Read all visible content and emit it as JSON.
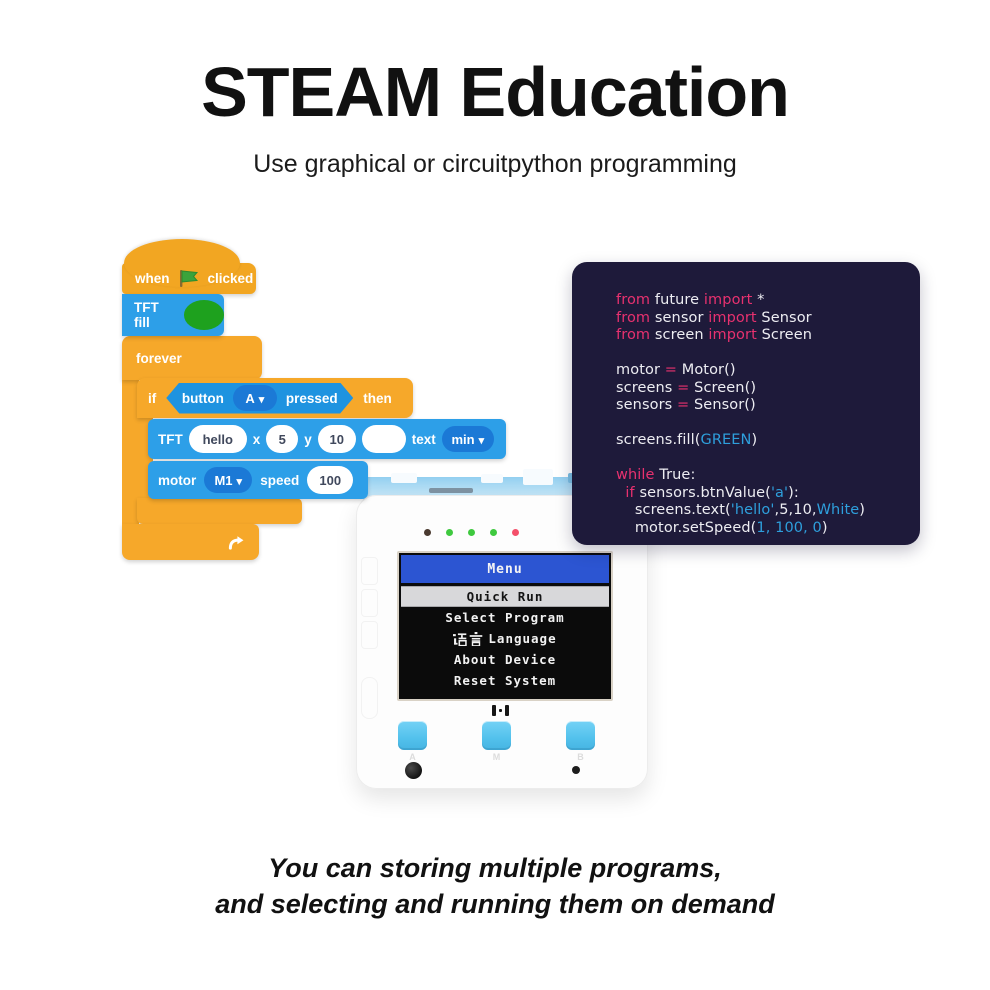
{
  "header": {
    "title": "STEAM Education",
    "subtitle": "Use graphical or circuitpython programming"
  },
  "footer": {
    "line1": "You can storing multiple programs,",
    "line2": "and selecting and running them on demand"
  },
  "scratch": {
    "when_block": {
      "prefix": "when",
      "flag_icon": "green-flag-icon",
      "suffix": "clicked"
    },
    "tft_fill_block": {
      "label": "TFT fill",
      "fill_color": "#1EA11E"
    },
    "forever_block": {
      "label": "forever",
      "loop_icon": "loop-arrow-icon"
    },
    "if_block": {
      "keyword": "if",
      "then": "then",
      "condition": {
        "label": "button",
        "selected": "A",
        "suffix": "pressed"
      }
    },
    "tft_text_block": {
      "label": "TFT",
      "text_value": "hello",
      "x_label": "x",
      "x_value": "5",
      "y_label": "y",
      "y_value": "10",
      "empty_value": "",
      "text_label": "text",
      "size_selected": "min"
    },
    "motor_block": {
      "label": "motor",
      "port_selected": "M1",
      "speed_label": "speed",
      "speed_value": "100"
    }
  },
  "code": {
    "lines": [
      [
        [
          "from ",
          "k"
        ],
        [
          "future ",
          "w"
        ],
        [
          "import ",
          "k"
        ],
        [
          "*",
          "w"
        ]
      ],
      [
        [
          "from ",
          "k"
        ],
        [
          "sensor ",
          "w"
        ],
        [
          "import ",
          "k"
        ],
        [
          "Sensor",
          "w"
        ]
      ],
      [
        [
          "from ",
          "k"
        ],
        [
          "screen ",
          "w"
        ],
        [
          "import ",
          "k"
        ],
        [
          "Screen",
          "w"
        ]
      ],
      [],
      [
        [
          "motor ",
          "w"
        ],
        [
          "= ",
          "k"
        ],
        [
          "Motor()",
          "w"
        ]
      ],
      [
        [
          "screens ",
          "w"
        ],
        [
          "= ",
          "k"
        ],
        [
          "Screen()",
          "w"
        ]
      ],
      [
        [
          "sensors ",
          "w"
        ],
        [
          "= ",
          "k"
        ],
        [
          "Sensor()",
          "w"
        ]
      ],
      [],
      [
        [
          "screens.fill(",
          "w"
        ],
        [
          "GREEN",
          "b"
        ],
        [
          ")",
          "w"
        ]
      ],
      [],
      [
        [
          "while ",
          "k"
        ],
        [
          "True:",
          "w"
        ]
      ],
      [
        [
          "  ",
          "w"
        ],
        [
          "if ",
          "k"
        ],
        [
          "sensors.btnValue(",
          "w"
        ],
        [
          "'a'",
          "b"
        ],
        [
          "):",
          "w"
        ]
      ],
      [
        [
          "    screens.text(",
          "w"
        ],
        [
          "'hello'",
          "b"
        ],
        [
          ",5,10,",
          "w"
        ],
        [
          "White",
          "b"
        ],
        [
          ")",
          "w"
        ]
      ],
      [
        [
          "    motor.setSpeed(",
          "w"
        ],
        [
          "1, 100, 0",
          "b"
        ],
        [
          ")",
          "w"
        ]
      ]
    ]
  },
  "device": {
    "led_colors": [
      "#4A3A30",
      "#3FC93F",
      "#3FC93F",
      "#3FC93F",
      "#F4506A"
    ],
    "screen": {
      "title": "Menu",
      "selected_item": "Quick Run",
      "menu_items": [
        {
          "label": "Select Program"
        },
        {
          "label": "Language",
          "label_zh": "语言"
        },
        {
          "label": "About Device"
        },
        {
          "label": "Reset System"
        }
      ]
    },
    "buttons": [
      "A",
      "M",
      "B"
    ],
    "power_icon": "battery-connector-icon"
  },
  "colors": {
    "event_yellow": "#F2A622",
    "control_orange": "#F6A82A",
    "command_blue": "#2D9FE8",
    "dropdown_blue": "#1B79D6",
    "flag_green": "#3BA33B",
    "fill_green": "#1EA11E",
    "code_panel_bg": "#1E1A3A",
    "code_keyword_pink": "#E8316F",
    "code_value_blue": "#2E9FDC",
    "device_button_blue": "#58C6F0",
    "screen_header_blue": "#2C55D2"
  }
}
